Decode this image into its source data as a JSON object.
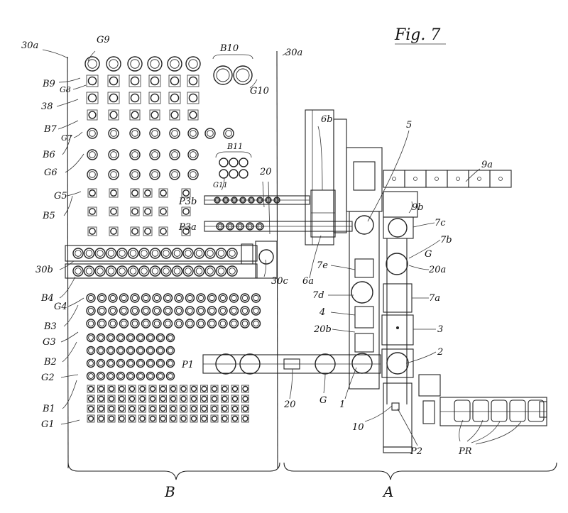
{
  "figure": {
    "title": "Fig. 7"
  },
  "labels": {
    "B": "B",
    "A": "A",
    "l30a_left": "30a",
    "l30a_right": "30a",
    "G9": "G9",
    "B9": "B9",
    "G8": "G8",
    "l38": "38",
    "B7": "B7",
    "G7": "G7",
    "B6": "B6",
    "G6": "G6",
    "G5": "G5",
    "B5": "B5",
    "l30b": "30b",
    "B4": "B4",
    "G4": "G4",
    "B3": "B3",
    "G3": "G3",
    "B2": "B2",
    "G2": "G2",
    "B1": "B1",
    "G1": "G1",
    "B10": "B10",
    "G10": "G10",
    "B11": "B11",
    "G11": "G11",
    "P3b": "P3b",
    "P3a": "P3a",
    "P1": "P1",
    "P2": "P2",
    "PR": "PR",
    "l20_top": "20",
    "l20_bottom": "20",
    "G_bottom": "G",
    "l1": "1",
    "l10": "10",
    "l30c": "30c",
    "l6a": "6a",
    "l6b": "6b",
    "l5": "5",
    "l9a": "9a",
    "l9b": "9b",
    "l7c": "7c",
    "l7b": "7b",
    "G_right": "G",
    "l20a": "20a",
    "l7a": "7a",
    "l3": "3",
    "l2": "2",
    "l7e": "7e",
    "l7d": "7d",
    "l4": "4",
    "l20b": "20b"
  }
}
